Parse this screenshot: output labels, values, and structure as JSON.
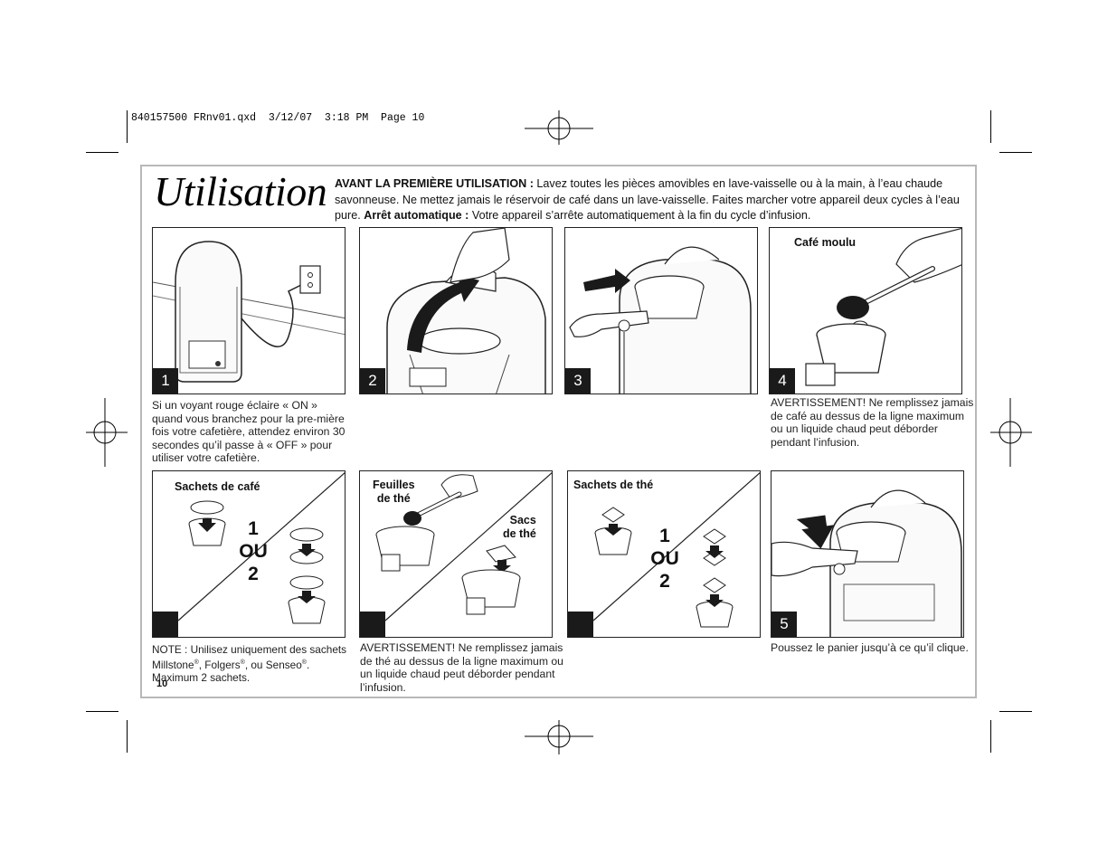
{
  "slug": "840157500 FRnv01.qxd  3/12/07  3:18 PM  Page 10",
  "title": "Utilisation",
  "intro": {
    "lead_bold": "AVANT LA PREMIÈRE UTILISATION :",
    "lead_text": " Lavez toutes les pièces amovibles en lave-vaisselle ou à la main, à l’eau chaude savonneuse. Ne mettez jamais le réservoir de café dans un lave-vaisselle. Faites marcher votre appareil deux cycles à l’eau pure. ",
    "auto_bold": "Arrêt automatique :",
    "auto_text": " Votre appareil s’arrête automatiquement à la fin du cycle d’infusion."
  },
  "figures": {
    "f1": {
      "number": "1",
      "caption": "Si un voyant rouge éclaire « ON » quand vous branchez pour la pre-mière fois votre cafetière, attendez environ 30 secondes qu’il passe à « OFF » pour utiliser votre cafetière."
    },
    "f2": {
      "number": "2"
    },
    "f3": {
      "number": "3"
    },
    "f4": {
      "number": "4",
      "label": "Café moulu",
      "caption": "AVERTISSEMENT! Ne remplissez jamais de café au dessus de la ligne maximum ou un liquide chaud peut déborder pendant l’infusion."
    },
    "f5": {
      "label": "Sachets de café",
      "num_top": "1",
      "num_mid": "OU",
      "num_bot": "2"
    },
    "f6": {
      "label_a1": "Feuilles",
      "label_a2": "de thé",
      "label_b1": "Sacs",
      "label_b2": "de thé",
      "caption": "AVERTISSEMENT! Ne remplissez jamais de thé au dessus de la ligne maximum ou un liquide chaud peut déborder pendant l’infusion."
    },
    "f7": {
      "label": "Sachets de thé",
      "num_top": "1",
      "num_mid": "OU",
      "num_bot": "2"
    },
    "f8": {
      "number": "5",
      "caption": "Poussez le panier jusqu’à ce qu’il clique."
    }
  },
  "note": {
    "prefix": "NOTE : Unilisez uniquement des sachets Millstone",
    "reg1": "®",
    "mid": ", Folgers",
    "reg2": "®",
    "tail": ", ou Senseo",
    "reg3": "®",
    "end": ".",
    "line2": "Maximum 2 sachets."
  },
  "page_number": "10"
}
